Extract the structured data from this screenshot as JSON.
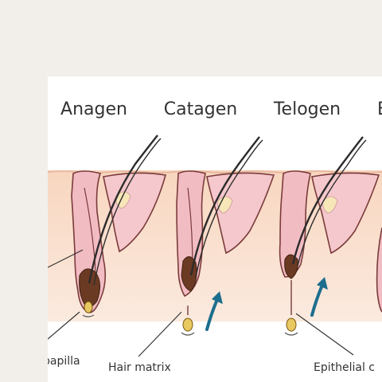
{
  "stages": [
    {
      "label": "Anagen"
    },
    {
      "label": "Catagen"
    },
    {
      "label": "Telogen"
    },
    {
      "label": "E"
    }
  ],
  "callouts": {
    "dermal_papilla": "papilla",
    "hair_matrix": "Hair matrix",
    "epithelial": "Epithelial c"
  },
  "colors": {
    "skin": "#f8d6bf",
    "skin_light": "#fbe6d8",
    "follicle_pink": "#f2bcc3",
    "follicle_outline": "#7a3b3b",
    "bulb": "#6b3a22",
    "papilla": "#e8c860",
    "arrow": "#1d6e8e"
  }
}
